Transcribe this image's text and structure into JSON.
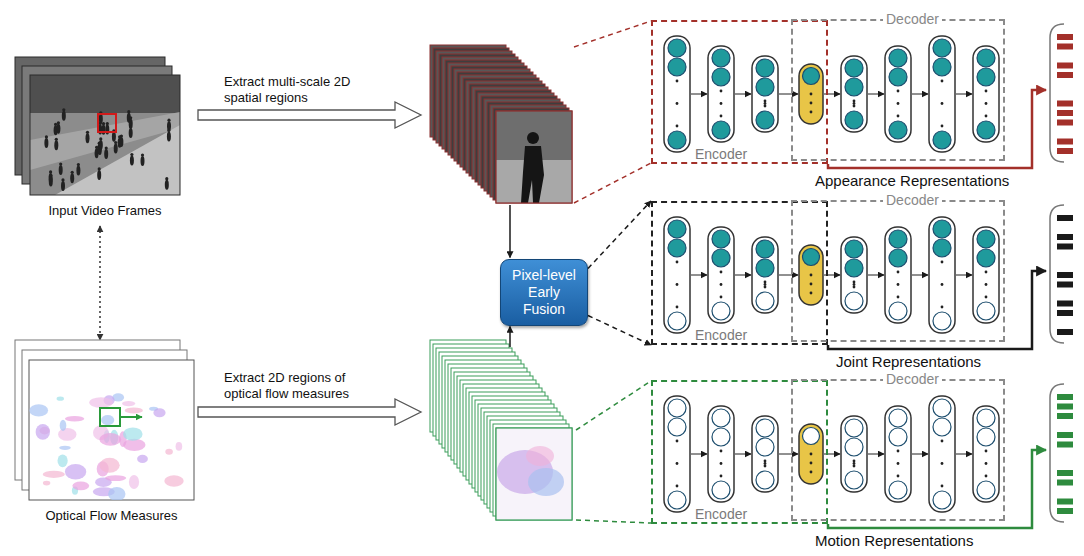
{
  "diagram": {
    "nodes": [
      {
        "text": [
          "Pixel-level Early Fusion"
        ]
      },
      {
        "text": [
          "Encoder"
        ]
      },
      {
        "text": [
          "Decoder"
        ]
      },
      {
        "text": [
          "Encoder"
        ]
      },
      {
        "text": [
          "Decoder"
        ]
      },
      {
        "text": [
          "Encoder"
        ]
      },
      {
        "text": [
          "Decoder"
        ]
      }
    ],
    "edges": [
      {
        "from": 0,
        "to": 3,
        "arrow": "to"
      },
      {
        "from": 0,
        "to": 3,
        "arrow": "to"
      }
    ],
    "labels": [
      "Input Video Frames",
      "Extract multi-scale 2D spatial regions",
      "Optical Flow Measures",
      "Extract 2D regions of optical flow measures",
      "Appearance Representations",
      "Joint Representations",
      "Motion Representations"
    ]
  }
}
